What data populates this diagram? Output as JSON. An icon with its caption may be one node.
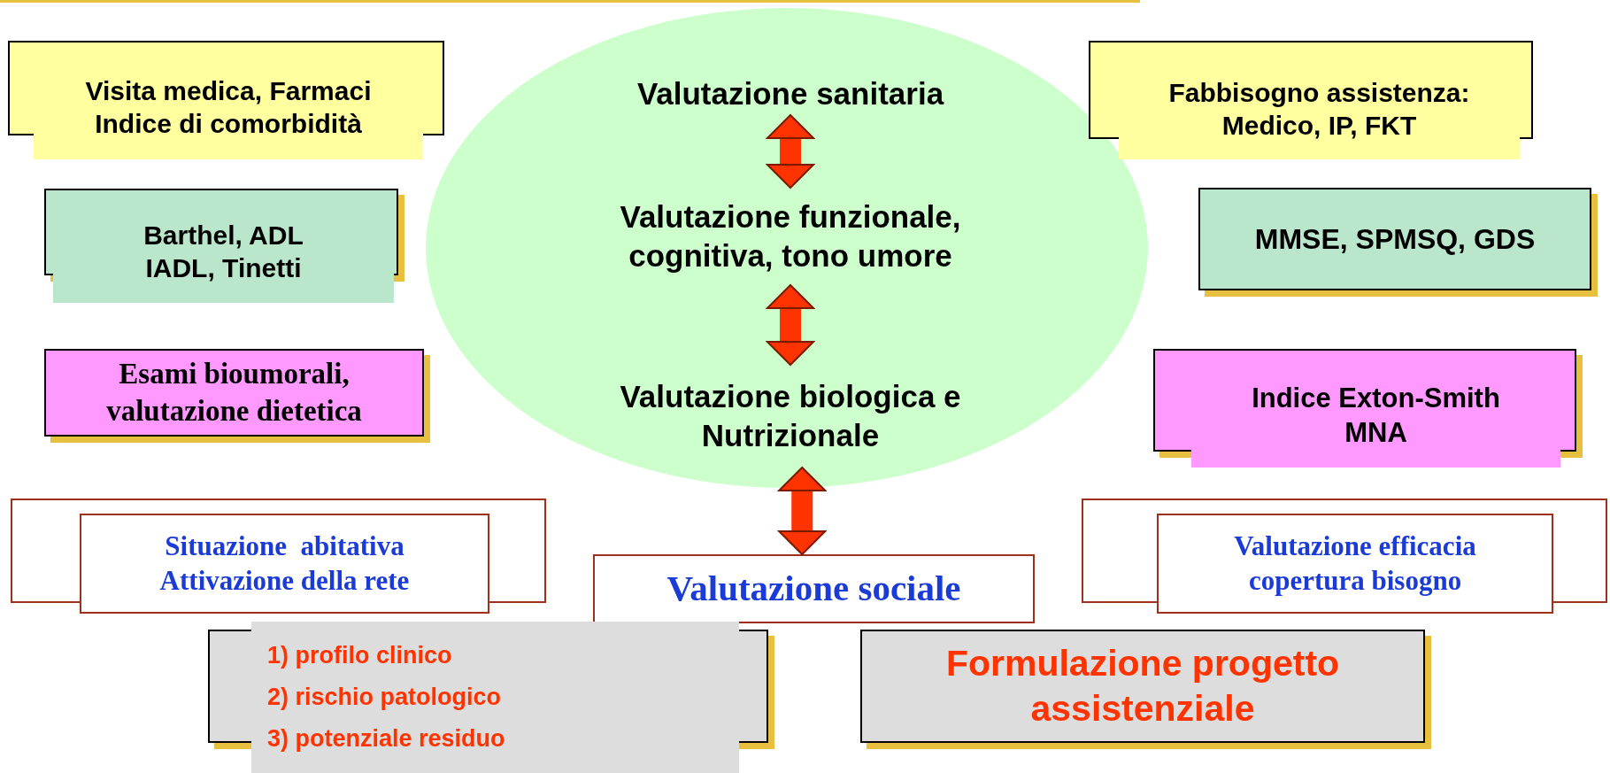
{
  "diagram": {
    "nodes": [
      {
        "text": [
          "Visita medica, Farmaci Indice di comorbidità"
        ]
      },
      {
        "text": [],
        "shape": "ellipse"
      },
      {
        "text": [
          "Valutazione sanitaria"
        ],
        "in": 1
      },
      {
        "text": [
          "Valutazione funzionale, cognitiva, tono umore"
        ],
        "in": 1
      },
      {
        "text": [
          "Valutazione biologica e Nutrizionale"
        ],
        "in": 1
      },
      {
        "text": [
          "Fabbisogno assistenza: Medico, IP, FKT"
        ]
      },
      {
        "text": [
          "Barthel, ADL IADL, Tinetti"
        ]
      },
      {
        "text": [
          "MMSE, SPMSQ, GDS"
        ]
      },
      {
        "text": [
          "Esami bioumorali, valutazione dietetica"
        ]
      },
      {
        "text": [
          "Indice Exton-Smith MNA"
        ]
      },
      {
        "text": [
          "Situazione  abitativa Attivazione della rete"
        ]
      },
      {
        "text": [
          "Valutazione sociale"
        ]
      },
      {
        "text": [
          "Valutazione efficacia copertura bisogno"
        ]
      },
      {
        "text": [
          "1) profilo clinico",
          "2) rischio patologico",
          "3) potenziale residuo"
        ]
      },
      {
        "text": [
          "Formulazione progetto assistenziale"
        ]
      }
    ],
    "edges": [
      {
        "from": 2,
        "to": 3,
        "arrow": "both"
      },
      {
        "from": 3,
        "to": 4,
        "arrow": "both"
      },
      {
        "from": 4,
        "to": 11,
        "arrow": "both"
      }
    ]
  }
}
